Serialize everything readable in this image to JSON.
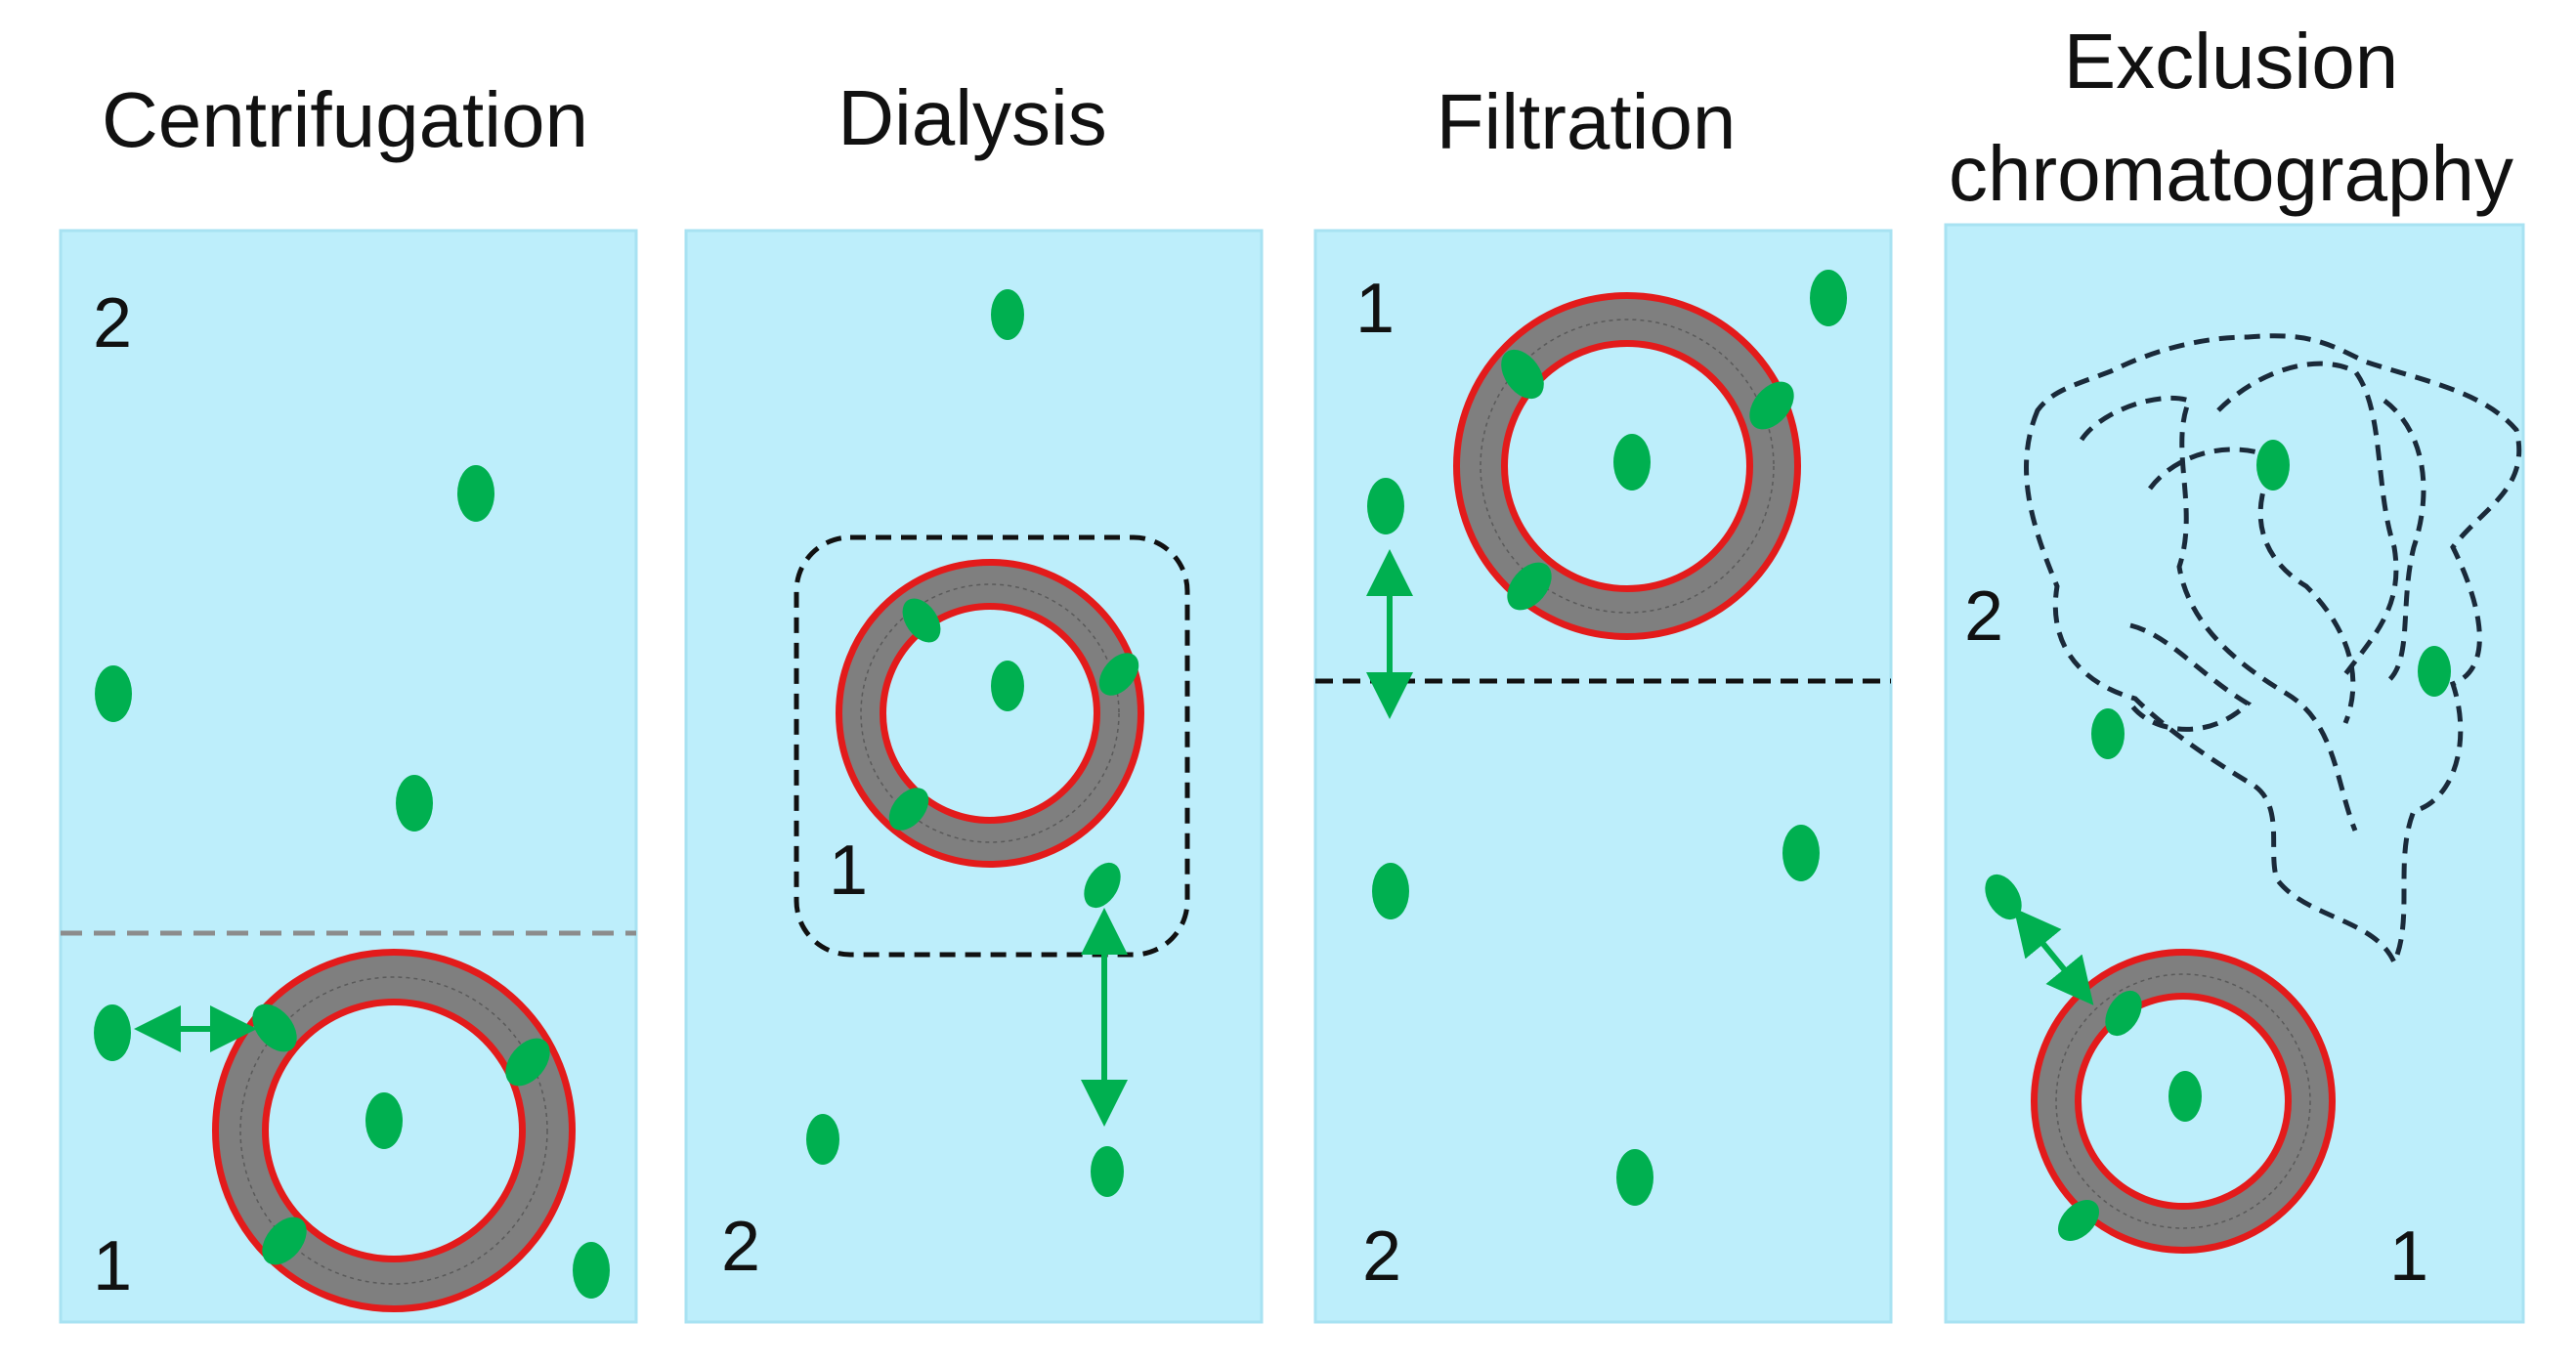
{
  "colors": {
    "panel_fill": "#bdeefb",
    "panel_stroke": "#a8e2f2",
    "molecule": "#00b050",
    "membrane_outer": "#e31b1b",
    "membrane_core": "#7f7f7f",
    "dashed_line": "#111111",
    "centrifuge_line": "#8c8c8c"
  },
  "icons": {
    "molecule": "green-ellipse",
    "vesicle": "liposome-ring",
    "arrow": "double-headed-arrow"
  },
  "panels": [
    {
      "title": "Centrifugation",
      "label_top": "2",
      "label_bottom": "1"
    },
    {
      "title": "Dialysis",
      "label_inner": "1",
      "label_outer": "2"
    },
    {
      "title": "Filtration",
      "label_top": "1",
      "label_bottom": "2"
    },
    {
      "title_line1": "Exclusion",
      "title_line2": "chromatography",
      "label_top": "2",
      "label_bottom": "1"
    }
  ]
}
